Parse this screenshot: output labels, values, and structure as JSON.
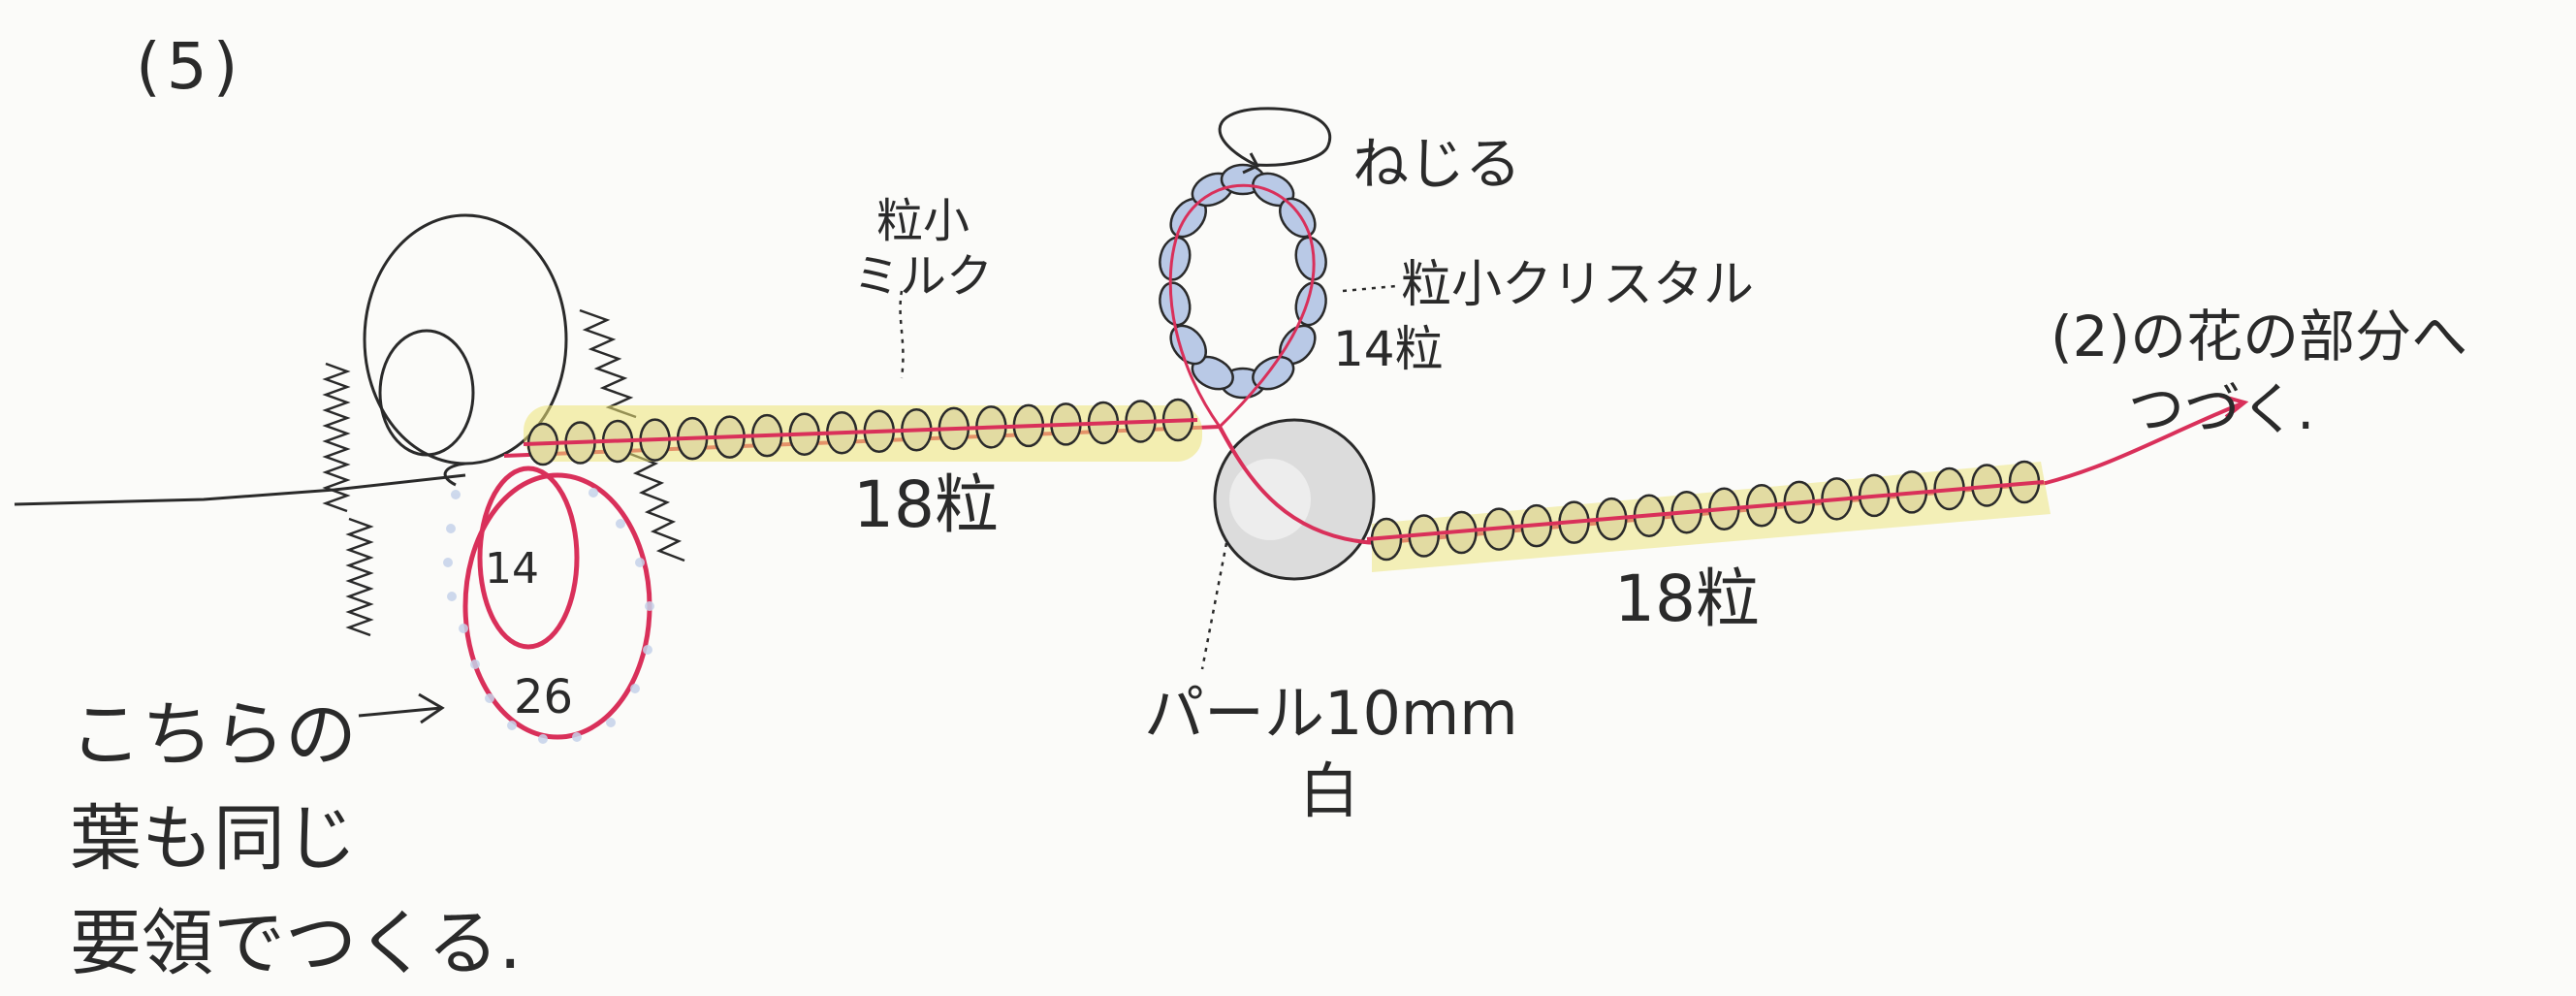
{
  "diagram": {
    "step_number": "(5)",
    "twist_label": "ねじる",
    "milk_label": [
      "粒小",
      "ミルク"
    ],
    "crystal_label": "粒小クリスタル",
    "crystal_count": "14粒",
    "count_left": "18粒",
    "count_right": "18粒",
    "flow_note": [
      "(2)の花の部分へ",
      "つづく."
    ],
    "pearl_label": "パール10mm",
    "pearl_color": "白",
    "leaf_inner_count": "14",
    "leaf_outer_count": "26",
    "leaf_note": [
      "こちらの",
      "葉も同じ",
      "要領でつくる."
    ]
  },
  "colors": {
    "wire": "#d9305a",
    "bead_fill": "#e2dba2",
    "bead_glow": "#ece476",
    "crystal_fill": "#b9c9e6",
    "pearl_fill": "#dcdcdc",
    "ink": "#2a2a2a"
  }
}
